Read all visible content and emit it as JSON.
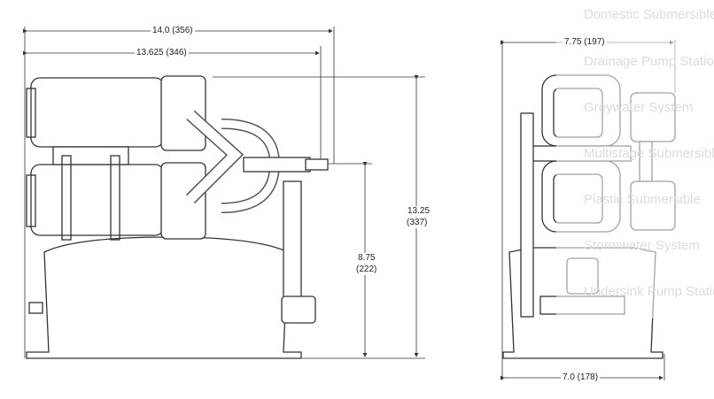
{
  "dimensions": {
    "overall_width": "14.0 (356)",
    "outlet_width": "13.625 (346)",
    "overall_height_value": "13.25",
    "overall_height_mm": "(337)",
    "outlet_height_value": "8.75",
    "outlet_height_mm": "(222)",
    "side_width": "7.75 (197)",
    "base_width": "7.0 (178)"
  },
  "menu": {
    "items": [
      "Domestic Submersible",
      "Drainage Pump Station",
      "Greywater System",
      "Multistage Submersible",
      "Plastic Submersible",
      "Stormwater System",
      "Undersink Pump Station"
    ]
  }
}
